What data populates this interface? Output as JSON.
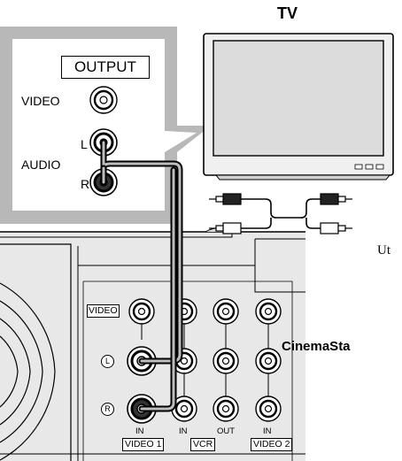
{
  "tv": {
    "title": "TV"
  },
  "tv_output_panel": {
    "output_label": "OUTPUT",
    "video_label": "VIDEO",
    "audio_label": "AUDIO",
    "left_label": "L",
    "right_label": "R"
  },
  "side_text": {
    "partial_1": "Ut",
    "partial_2": "CinemaSta"
  },
  "rear_panel": {
    "video_tag": "VIDEO",
    "left_marker": "L",
    "right_marker": "R",
    "jack_labels": [
      "IN",
      "IN",
      "OUT",
      "IN"
    ],
    "group_labels": [
      "VIDEO 1",
      "VCR",
      "VIDEO 2"
    ]
  }
}
